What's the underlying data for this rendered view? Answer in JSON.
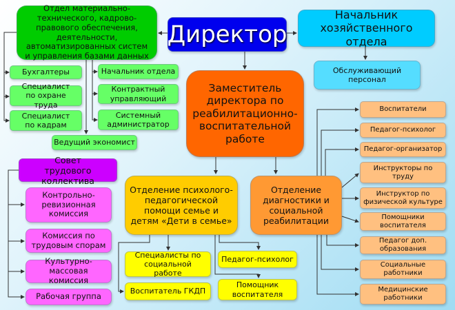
{
  "director": "Директор",
  "material_dept": "Отдел материально-технического, кадрово-правового обеспечения, деятельности, автоматизированных систем и управления базами данных",
  "material_staff_left": [
    "Бухгалтеры",
    "Специалист по охране труда",
    "Специалист по кадрам"
  ],
  "material_staff_right": [
    "Начальник отдела",
    "Контрактный управляющий",
    "Системный администратор"
  ],
  "lead_economist": "Ведущий экономист",
  "household_head": "Начальник хозяйственного отдела",
  "service_staff": "Обслуживающий персонал",
  "deputy": "Заместитель директора по реабилитационно-воспитательной работе",
  "labor_council": "Совет трудового коллектива",
  "council_members": [
    "Контрольно-ревизионная комиссия",
    "Комиссия по трудовым спорам",
    "Культурно-массовая комиссия",
    "Рабочая группа"
  ],
  "psych_dept": "Отделение психолого-педагогической помощи семье и детям «Дети в семье»",
  "psych_staff": [
    "Специалисты по социальной работе",
    "Воспитатель ГКДП",
    "Педагог-психолог",
    "Помощник воспитателя"
  ],
  "diag_dept": "Отделение диагностики и социальной реабилитации",
  "diag_staff": [
    "Воспитатели",
    "Педагог-психолог",
    "Педагог-организатор",
    "Инструкторы по труду",
    "Инструктор по физической культуре",
    "Помощники воспитателя",
    "Педагог доп. образования",
    "Социальные работники",
    "Медицинские работники"
  ]
}
